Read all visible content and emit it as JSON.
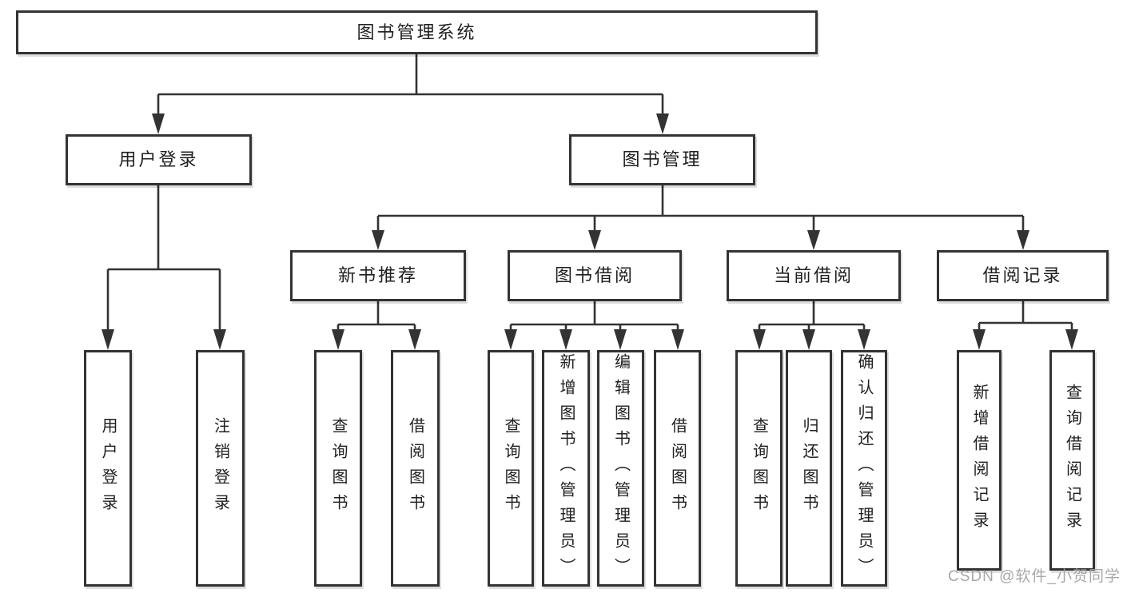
{
  "diagram": {
    "type": "hierarchy-tree",
    "title": "图书管理系统",
    "watermark": "CSDN @软件_小贺同学",
    "colors": {
      "line": "#333333",
      "box_border": "#333333",
      "box_fill": "#ffffff",
      "text": "#1f1f1f",
      "watermark": "#9e9e9e",
      "background": "#ffffff"
    }
  },
  "nodes": {
    "root": {
      "label": "图书管理系统"
    },
    "level2": [
      {
        "label": "用户登录",
        "parent": "图书管理系统"
      },
      {
        "label": "图书管理",
        "parent": "图书管理系统"
      }
    ],
    "level3": [
      {
        "label": "新书推荐",
        "parent": "图书管理"
      },
      {
        "label": "图书借阅",
        "parent": "图书管理"
      },
      {
        "label": "当前借阅",
        "parent": "图书管理"
      },
      {
        "label": "借阅记录",
        "parent": "图书管理"
      }
    ],
    "leaves": [
      {
        "label": "用户登录",
        "parent": "用户登录"
      },
      {
        "label": "注销登录",
        "parent": "用户登录"
      },
      {
        "label": "查询图书",
        "parent": "新书推荐"
      },
      {
        "label": "借阅图书",
        "parent": "新书推荐"
      },
      {
        "label": "查询图书",
        "parent": "图书借阅"
      },
      {
        "label": "新增图书（管理员）",
        "parent": "图书借阅"
      },
      {
        "label": "编辑图书（管理员）",
        "parent": "图书借阅"
      },
      {
        "label": "借阅图书",
        "parent": "图书借阅"
      },
      {
        "label": "查询图书",
        "parent": "当前借阅"
      },
      {
        "label": "归还图书",
        "parent": "当前借阅"
      },
      {
        "label": "确认归还（管理员）",
        "parent": "当前借阅"
      },
      {
        "label": "新增借阅记录",
        "parent": "借阅记录"
      },
      {
        "label": "查询借阅记录",
        "parent": "借阅记录"
      }
    ]
  }
}
